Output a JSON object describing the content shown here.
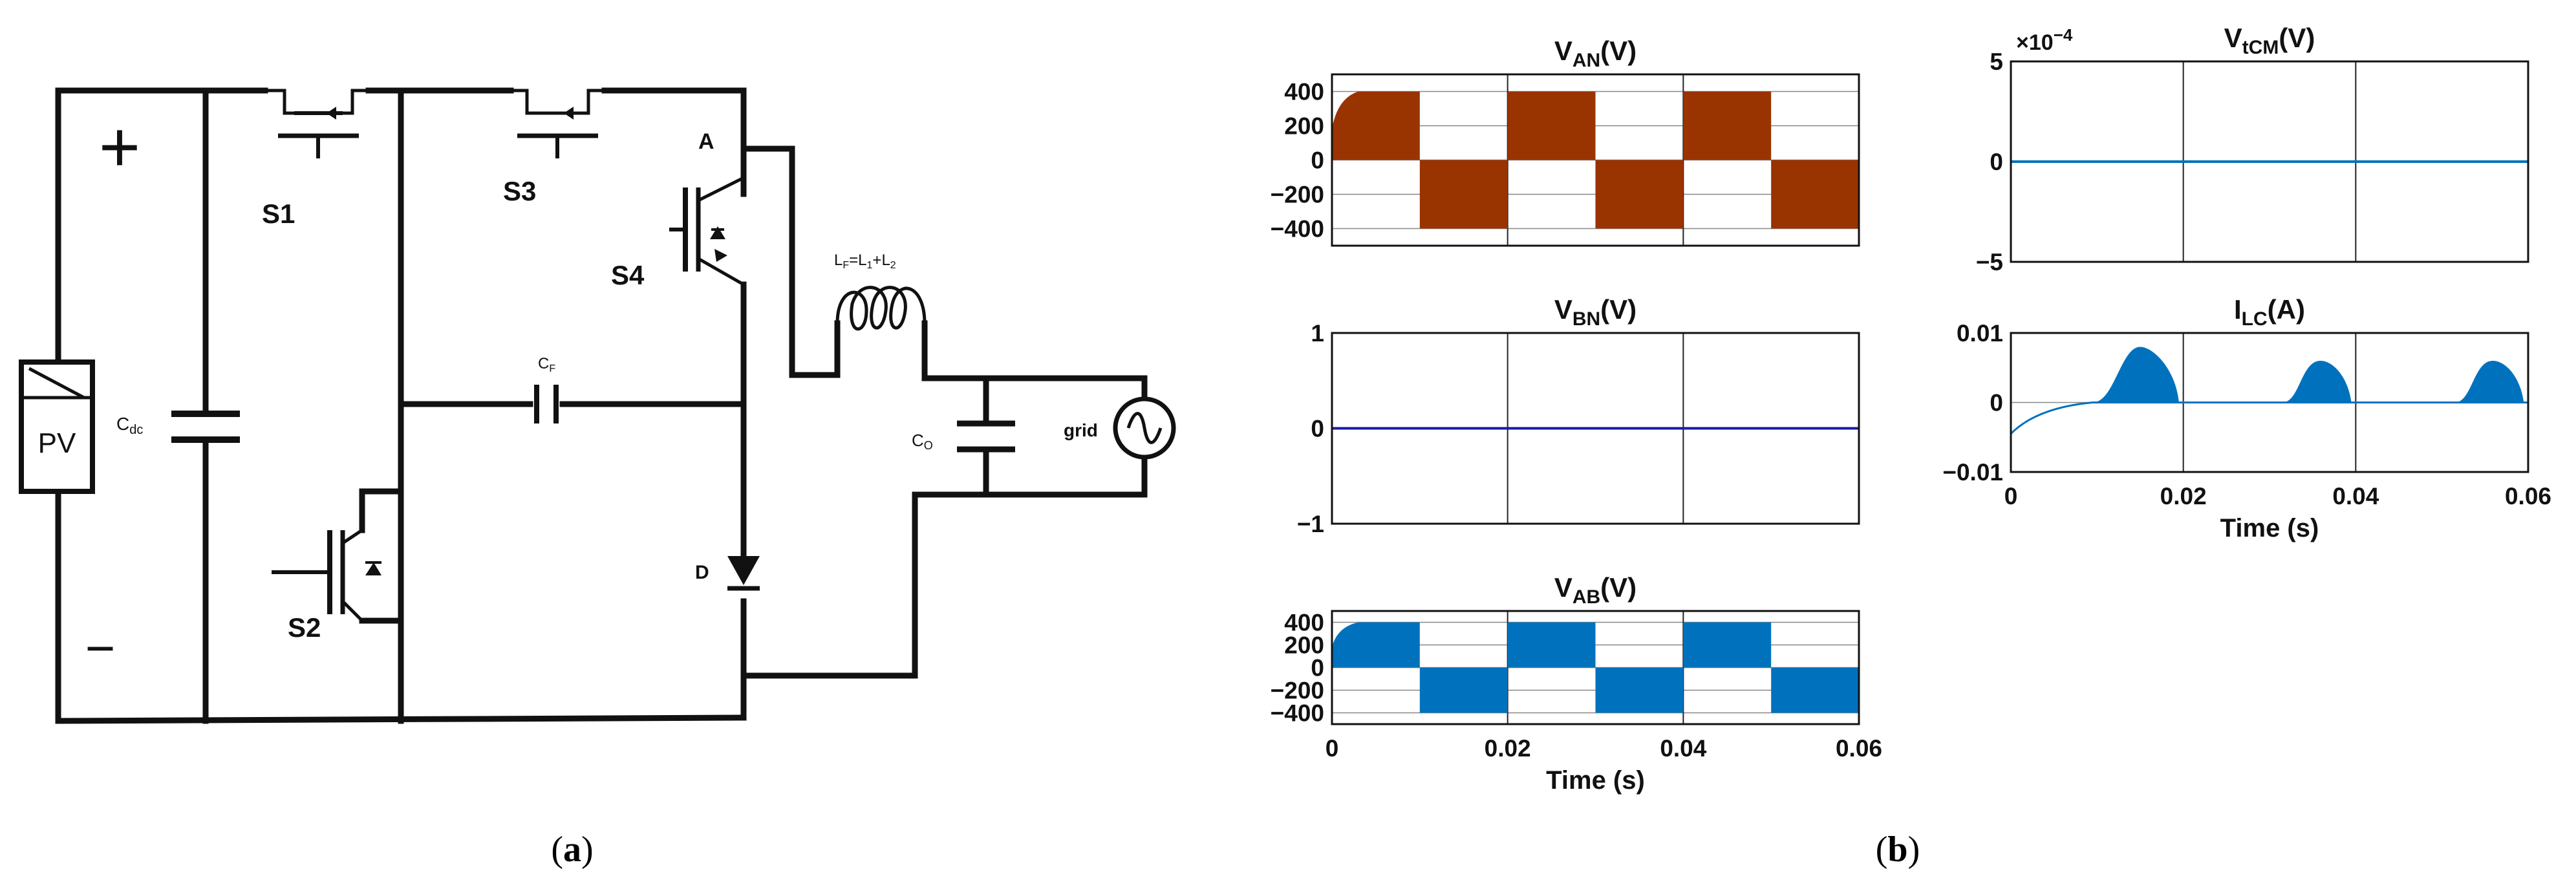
{
  "circuit": {
    "plus": "+",
    "minus": "−",
    "pv": "PV",
    "cdc": "C",
    "cdc_sub": "dc",
    "s1": "S1",
    "s2": "S2",
    "s3": "S3",
    "s4": "S4",
    "a": "A",
    "d": "D",
    "cf": "C",
    "cf_sub": "F",
    "lf": "L",
    "lf_sub": "F",
    "lf_eq": "=L",
    "lf_1": "1",
    "lf_plus": "+L",
    "lf_2": "2",
    "co": "C",
    "co_sub": "O",
    "grid": "grid"
  },
  "captions": {
    "a": "a",
    "b": "b",
    "paren_open": "(",
    "paren_close": ")"
  },
  "chart_data": [
    {
      "type": "area",
      "title": "V",
      "title_sub": "AN",
      "title_unit": "(V)",
      "xlim": [
        0,
        0.06
      ],
      "ylim": [
        -500,
        500
      ],
      "yticks": [
        400,
        200,
        0,
        -200,
        -400
      ],
      "ytick_labels": [
        "400",
        "200",
        "0",
        "−200",
        "−400"
      ],
      "color": "#993300",
      "x_ramp_end": 0.003,
      "segments": [
        {
          "x0": 0,
          "x1": 0.01,
          "value": 400
        },
        {
          "x0": 0.01,
          "x1": 0.02,
          "value": -400
        },
        {
          "x0": 0.02,
          "x1": 0.03,
          "value": 400
        },
        {
          "x0": 0.03,
          "x1": 0.04,
          "value": -400
        },
        {
          "x0": 0.04,
          "x1": 0.05,
          "value": 400
        },
        {
          "x0": 0.05,
          "x1": 0.06,
          "value": -400
        }
      ]
    },
    {
      "type": "line",
      "title": "V",
      "title_sub": "BN",
      "title_unit": "(V)",
      "xlim": [
        0,
        0.06
      ],
      "ylim": [
        -1,
        1
      ],
      "yticks": [
        1,
        0,
        -1
      ],
      "ytick_labels": [
        "1",
        "0",
        "−1"
      ],
      "color": "#1a1aa6",
      "x": [
        0,
        0.06
      ],
      "y": [
        0,
        0
      ]
    },
    {
      "type": "area",
      "title": "V",
      "title_sub": "AB",
      "title_unit": "(V)",
      "xlim": [
        0,
        0.06
      ],
      "ylim": [
        -500,
        500
      ],
      "yticks": [
        400,
        200,
        0,
        -200,
        -400
      ],
      "ytick_labels": [
        "400",
        "200",
        "0",
        "−200",
        "−400"
      ],
      "xticks": [
        0,
        0.02,
        0.04,
        0.06
      ],
      "xtick_labels": [
        "0",
        "0.02",
        "0.04",
        "0.06"
      ],
      "xlabel": "Time (s)",
      "color": "#0072bd",
      "x_ramp_end": 0.003,
      "segments": [
        {
          "x0": 0,
          "x1": 0.01,
          "value": 400
        },
        {
          "x0": 0.01,
          "x1": 0.02,
          "value": -400
        },
        {
          "x0": 0.02,
          "x1": 0.03,
          "value": 400
        },
        {
          "x0": 0.03,
          "x1": 0.04,
          "value": -400
        },
        {
          "x0": 0.04,
          "x1": 0.05,
          "value": 400
        },
        {
          "x0": 0.05,
          "x1": 0.06,
          "value": -400
        }
      ]
    },
    {
      "type": "line",
      "title": "V",
      "title_sub": "tCM",
      "title_unit": "(V)",
      "exponent": "×10",
      "exponent_power": "−4",
      "xlim": [
        0,
        0.06
      ],
      "ylim": [
        -5,
        5
      ],
      "yticks": [
        5,
        0,
        -5
      ],
      "ytick_labels": [
        "5",
        "0",
        "−5"
      ],
      "color": "#0072bd",
      "x": [
        0,
        0.06
      ],
      "y": [
        0,
        0
      ]
    },
    {
      "type": "area",
      "title": "I",
      "title_sub": "LC",
      "title_unit": "(A)",
      "xlim": [
        0,
        0.06
      ],
      "ylim": [
        -0.01,
        0.01
      ],
      "yticks": [
        0.01,
        0,
        -0.01
      ],
      "ytick_labels": [
        "0.01",
        "0",
        "−0.01"
      ],
      "xticks": [
        0,
        0.02,
        0.04,
        0.06
      ],
      "xtick_labels": [
        "0",
        "0.02",
        "0.04",
        "0.06"
      ],
      "xlabel": "Time (s)",
      "color": "#0072bd",
      "initial_value": -0.0045,
      "pulses": [
        {
          "x0": 0.0095,
          "x1": 0.0195,
          "peak": 0.008
        },
        {
          "x0": 0.0315,
          "x1": 0.0395,
          "peak": 0.006
        },
        {
          "x0": 0.0515,
          "x1": 0.0595,
          "peak": 0.006
        }
      ]
    }
  ]
}
